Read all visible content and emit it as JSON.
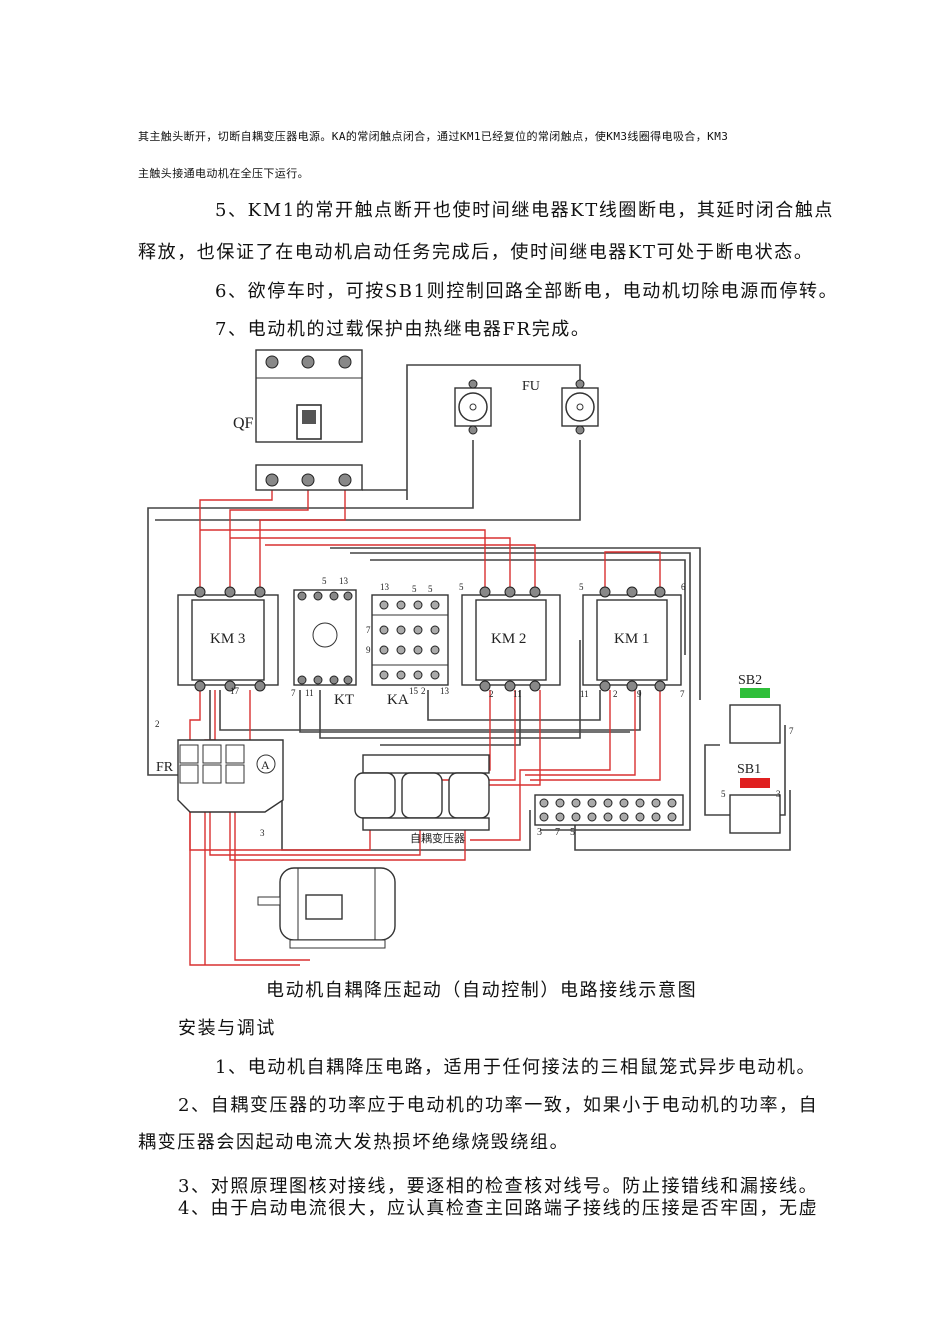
{
  "paragraphs": {
    "p1_line1": "其主触头断开，切断自耦变压器电源。KA的常闭触点闭合，通过KM1已经复位的常闭触点，使KM3线圈得电吸合，KM3",
    "p1_line2": "主触头接通电动机在全压下运行。",
    "p5_line1": "5、KM1的常开触点断开也使时间继电器KT线圈断电，其延时闭合触点",
    "p5_line2": "释放，也保证了在电动机启动任务完成后，使时间继电器KT可处于断电状态。",
    "p6": "6、欲停车时，可按SB1则控制回路全部断电，电动机切除电源而停转。",
    "p7": "7、电动机的过载保护由热继电器FR完成。"
  },
  "diagram": {
    "caption": "电动机自耦降压起动（自动控制）电路接线示意图",
    "labels": {
      "qf": "QF",
      "fu": "FU",
      "km3": "KM 3",
      "kt": "KT",
      "ka": "KA",
      "km2": "KM 2",
      "km1": "KM 1",
      "fr": "FR",
      "ammeter": "A",
      "sb2": "SB2",
      "sb1": "SB1",
      "autotransformer": "自耦变压器"
    },
    "wire_numbers": {
      "n2_left": "2",
      "n3_fr": "3",
      "n5_kt": "5",
      "n13_kt": "13",
      "n13_ka": "13",
      "n5_ka_a": "5",
      "n5_ka_b": "5",
      "n7_ka": "7",
      "n9_ka": "9",
      "n15_ka": "15",
      "n2_ka": "2",
      "n13_ka_b": "13",
      "n5_km2": "5",
      "n2_km2": "2",
      "n11_km2": "11",
      "n5_km1": "5",
      "n6_km1": "6",
      "n11_km1": "11",
      "n2_km1": "2",
      "n9_km1": "9",
      "n7_km1": "7",
      "n17_km3": "17",
      "n7_kt": "7",
      "n11_kt": "11",
      "n7_sb": "7",
      "n5_sb1": "5",
      "n3_sb1": "3",
      "tb3": "3",
      "tb7": "7",
      "tb5": "5"
    }
  },
  "section": {
    "title": "安装与调试",
    "item1": "1、电动机自耦降压电路，适用于任何接法的三相鼠笼式异步电动机。",
    "item2_line1": "2、自耦变压器的功率应于电动机的功率一致，如果小于电动机的功率，自",
    "item2_line2": "耦变压器会因起动电流大发热损坏绝缘烧毁绕组。",
    "item3": "3、对照原理图核对接线，要逐相的检查核对线号。防止接错线和漏接线。",
    "item4": "4、由于启动电流很大，应认真检查主回路端子接线的压接是否牢固，无虚"
  },
  "colors": {
    "wire_red": "#d83030",
    "wire_black": "#444444",
    "sb2_green": "#2fbf3a",
    "sb1_red": "#e02020"
  }
}
